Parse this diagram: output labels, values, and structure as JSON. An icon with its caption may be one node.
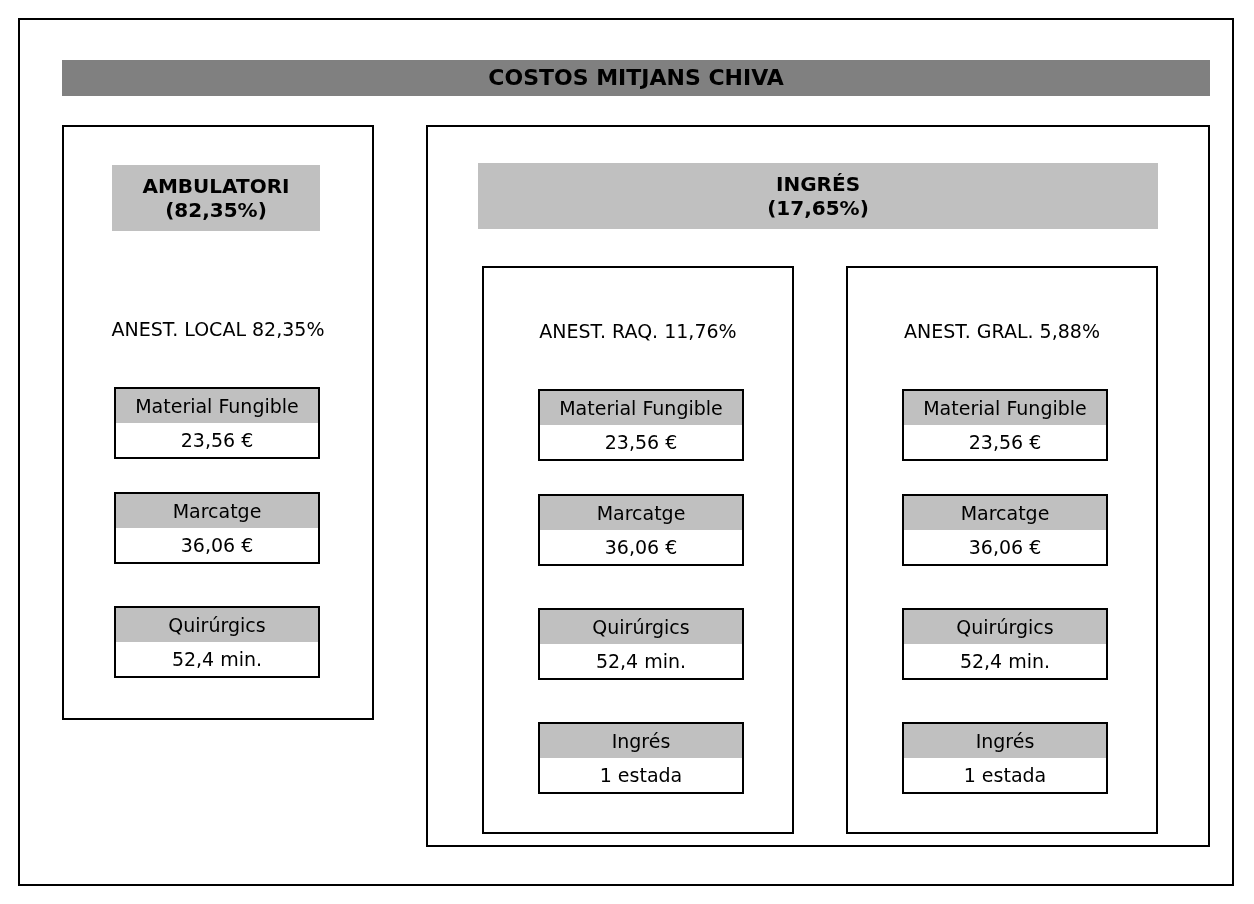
{
  "diagram": {
    "title": "COSTOS MITJANS CHIVA",
    "nodes": [
      {
        "text": [
          "AMBULATORI (82,35%)",
          "ANEST. LOCAL 82,35%"
        ]
      },
      {
        "text": [
          "Material Fungible",
          "23,56 €"
        ],
        "in": 0
      },
      {
        "text": [
          "Marcatge",
          "36,06 €"
        ],
        "in": 0
      },
      {
        "text": [
          "Quirúrgics",
          "52,4 min."
        ],
        "in": 0
      },
      {
        "text": [
          "INGRÉS (17,65%)"
        ]
      },
      {
        "text": [
          "ANEST. RAQ. 11,76%"
        ],
        "in": 4
      },
      {
        "text": [
          "Material Fungible",
          "23,56 €"
        ],
        "in": 5
      },
      {
        "text": [
          "Marcatge",
          "36,06 €"
        ],
        "in": 5
      },
      {
        "text": [
          "Quirúrgics",
          "52,4 min."
        ],
        "in": 5
      },
      {
        "text": [
          "Ingrés",
          "1 estada"
        ],
        "in": 5
      },
      {
        "text": [
          "ANEST. GRAL. 5,88%"
        ],
        "in": 4
      },
      {
        "text": [
          "Material Fungible",
          "23,56 €"
        ],
        "in": 10
      },
      {
        "text": [
          "Marcatge",
          "36,06 €"
        ],
        "in": 10
      },
      {
        "text": [
          "Quirúrgics",
          "52,4 min."
        ],
        "in": 10
      },
      {
        "text": [
          "Ingrés",
          "1 estada"
        ],
        "in": 10
      }
    ]
  }
}
